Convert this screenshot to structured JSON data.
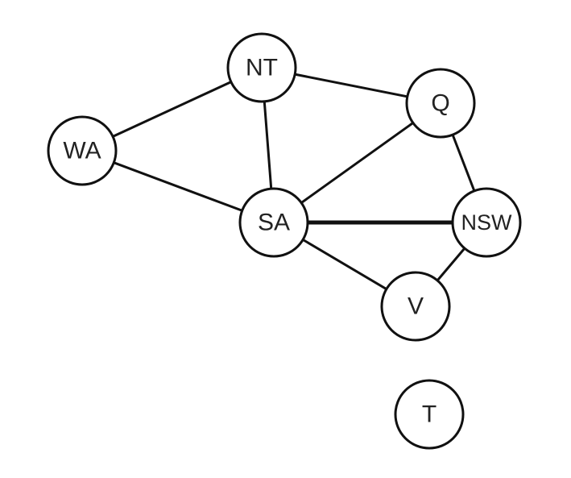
{
  "diagram": {
    "type": "constraint-graph",
    "nodes": [
      {
        "id": "WA",
        "label": "WA"
      },
      {
        "id": "NT",
        "label": "NT"
      },
      {
        "id": "Q",
        "label": "Q"
      },
      {
        "id": "SA",
        "label": "SA"
      },
      {
        "id": "NSW",
        "label": "NSW"
      },
      {
        "id": "V",
        "label": "V"
      },
      {
        "id": "T",
        "label": "T"
      }
    ],
    "edges": [
      {
        "from": "WA",
        "to": "NT"
      },
      {
        "from": "WA",
        "to": "SA"
      },
      {
        "from": "NT",
        "to": "SA"
      },
      {
        "from": "NT",
        "to": "Q"
      },
      {
        "from": "SA",
        "to": "Q"
      },
      {
        "from": "SA",
        "to": "NSW",
        "emphasized": true
      },
      {
        "from": "SA",
        "to": "V"
      },
      {
        "from": "Q",
        "to": "NSW"
      },
      {
        "from": "NSW",
        "to": "V"
      }
    ]
  }
}
